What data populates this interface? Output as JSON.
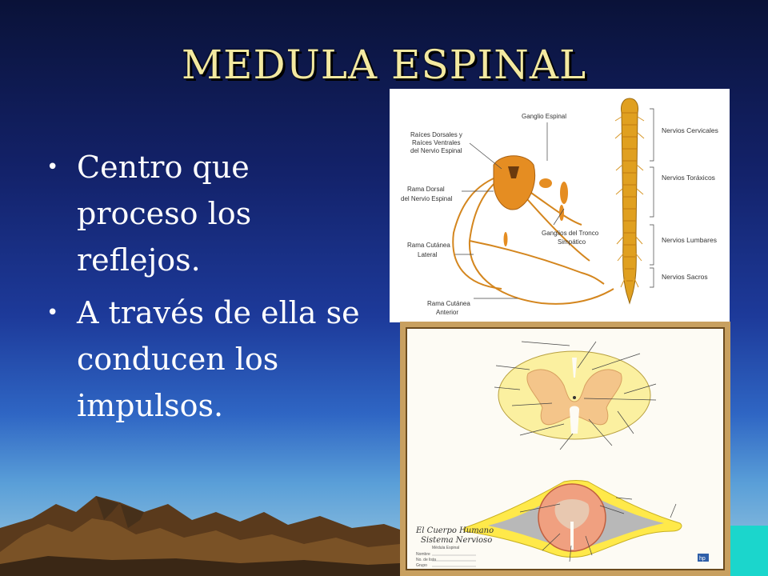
{
  "slide": {
    "title": "MEDULA ESPINAL",
    "bullets": [
      {
        "marker": "•",
        "text": "Centro que proceso los reflejos."
      },
      {
        "marker": "•",
        "text": "A través de ella se conducen los impulsos."
      }
    ]
  },
  "figure_nerves": {
    "labels": {
      "ganglio_espinal": "Ganglio Espinal",
      "raices_1": "Raíces Dorsales y",
      "raices_2": "Raíces Ventrales",
      "raices_3": "del Nervio Espinal",
      "rama_dorsal_1": "Rama Dorsal",
      "rama_dorsal_2": "del Nervio Espinal",
      "ganglios_tronco_1": "Ganglios del Tronco",
      "ganglios_tronco_2": "Simpático",
      "cutanea_lateral_1": "Rama Cutánea",
      "cutanea_lateral_2": "Lateral",
      "cutanea_anterior_1": "Rama Cutánea",
      "cutanea_anterior_2": "Anterior",
      "cervicales": "Nervios Cervicales",
      "toraxicos": "Nervios Toráxicos",
      "lumbares": "Nervios Lumbares",
      "sacros": "Nervios Sacros"
    }
  },
  "figure_sections": {
    "caption_1": "El Cuerpo Humano",
    "caption_2": "Sistema Nervioso",
    "form_title": "Médula Espinal",
    "form_fields": [
      "Nombre",
      "No. de lista",
      "Grupo"
    ],
    "logo": "hp"
  },
  "colors": {
    "title": "#f3e9a0",
    "nerve": "#d4861e",
    "white_matter": "#fbf0a0",
    "gray_matter": "#f4c58a"
  }
}
